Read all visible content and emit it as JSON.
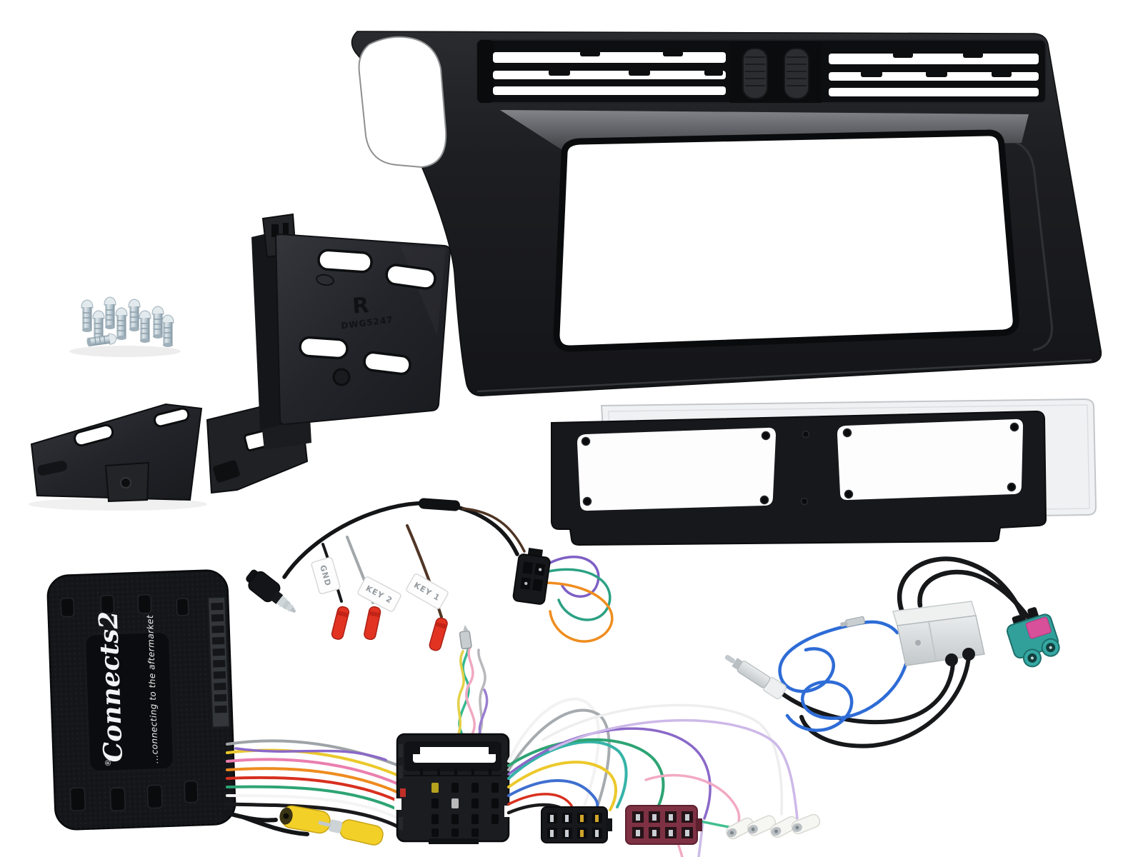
{
  "image": {
    "type": "product-photo",
    "subject": "Double-DIN car stereo installation kit: dash fascia with air vents, metal mounting brackets, fixing screws, DIN cage with trim surround, Connects2 interface box, Quadlock-to-ISO wiring harness, key/ground patch lead and antenna amplifier adapter",
    "background": "#ffffff"
  },
  "labels": {
    "gnd": "GND",
    "key2": "KEY 2",
    "key1": "KEY 1",
    "bracket_letter": "R",
    "bracket_code": "DWG5247",
    "brand": "Connects2",
    "registered": "®",
    "tagline": "...connecting to the aftermarket"
  },
  "parts": {
    "fascia": {
      "name": "dash fascia panel with twin air vents, vent thumbwheels and double-DIN screen opening",
      "color": "#1d1e21"
    },
    "brackets": {
      "name": "black metal side mounting brackets (stamped R / DWG5247)",
      "color": "#26272b"
    },
    "screws": {
      "name": "zinc fixing screws",
      "count": 9,
      "color": "#b9c6cf"
    },
    "din_trim": {
      "name": "double-DIN cage frame with light trim surround",
      "colors": [
        "#17181b",
        "#f0f1f3"
      ]
    },
    "interface_box": {
      "name": "Connects2 steering-wheel/CAN interface box",
      "color": "#15161a"
    },
    "patch_lead": {
      "name": "patch lead with right-angle 3.5mm jack, GND / KEY 2 / KEY 1 flags and red bullet terminals"
    },
    "main_harness": {
      "name": "harness with Quadlock connector, black ISO and maroon ISO plugs, yellow RCA pair, white bullet crimps"
    },
    "antenna_adapter": {
      "name": "antenna amplifier adapter with silver amp box, blue wire, DIN plug and twin Fakra connector"
    }
  },
  "colors": {
    "fascia_black": "#1d1e21",
    "trim_light": "#f0f1f3",
    "iso_maroon": "#7e3143",
    "fakra_teal": "#31a09b",
    "fakra_pink": "#d84f9a",
    "rca_yellow": "#f2d028",
    "bullet_red": "#e23322",
    "wire_blue": "#2e6cd6",
    "wire_yellow": "#ecc92c",
    "wire_orange": "#ee8c1f",
    "wire_green": "#2ea474",
    "wire_pink": "#ea7fae",
    "wire_purple": "#8a68c8",
    "wire_gray": "#9ea3a7",
    "screw_zinc": "#b9c6cf"
  }
}
